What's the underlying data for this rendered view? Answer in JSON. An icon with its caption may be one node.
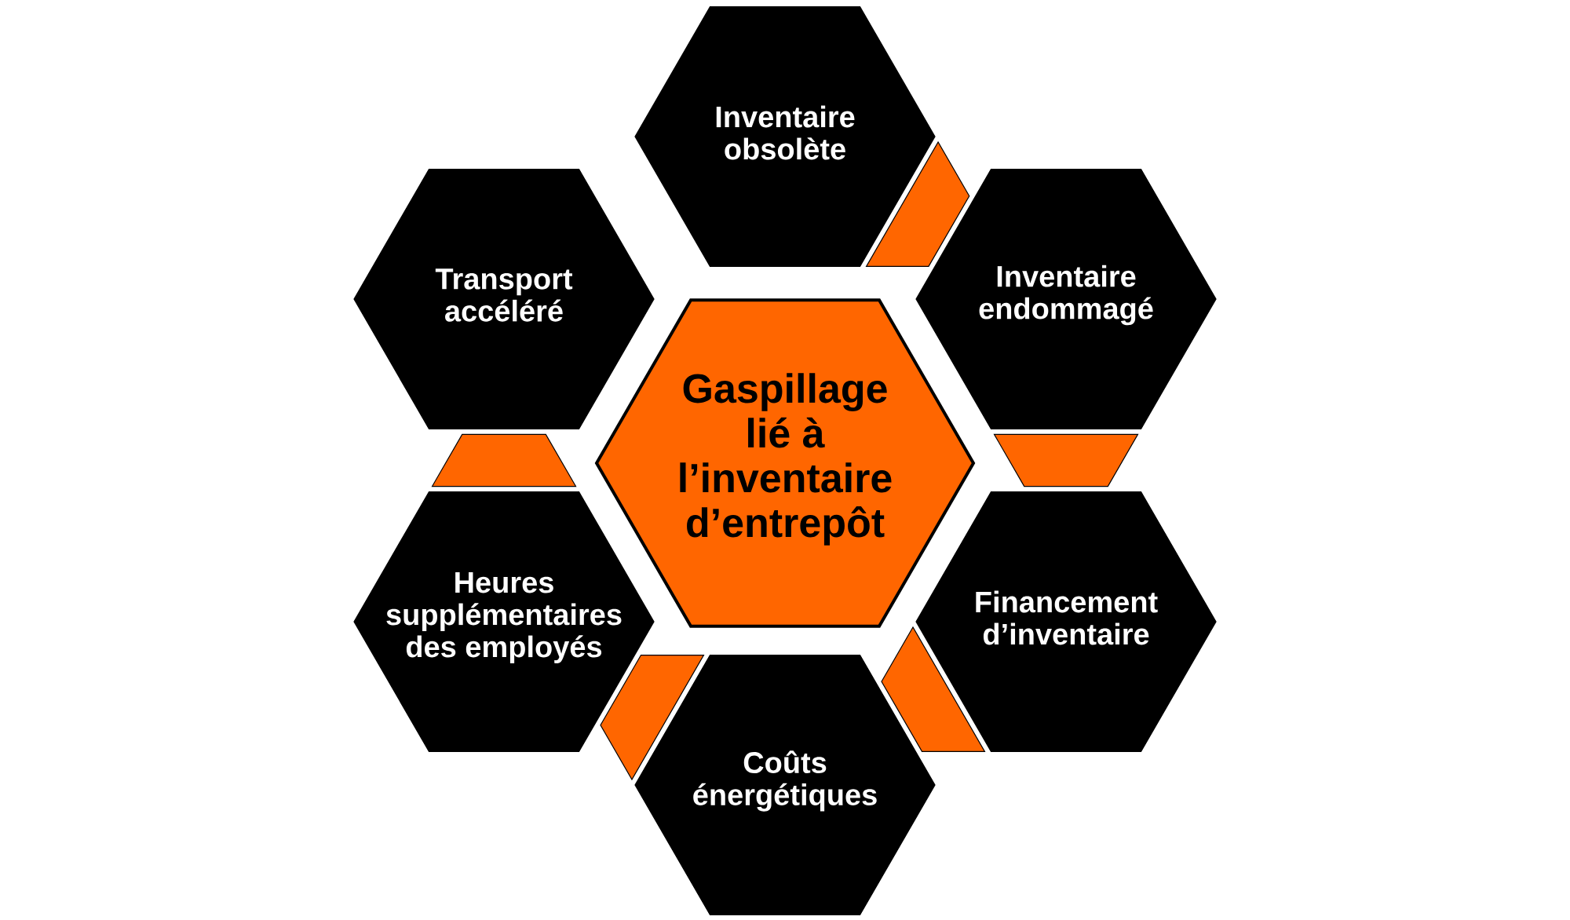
{
  "diagram": {
    "nodes": [
      {
        "text": [
          "Gaspillage lié à l’inventaire d’entrepôt"
        ]
      },
      {
        "text": [
          "Inventaire obsolète"
        ]
      },
      {
        "text": [
          "Inventaire endommagé"
        ]
      },
      {
        "text": [
          "Financement d’inventaire"
        ]
      },
      {
        "text": [
          "Coûts énergétiques"
        ]
      },
      {
        "text": [
          "Heures supplémentaires des employés"
        ]
      },
      {
        "text": [
          "Transport accéléré"
        ]
      }
    ],
    "edges": [
      {
        "from": 1,
        "to": 2,
        "arrow": "none"
      },
      {
        "from": 2,
        "to": 3,
        "arrow": "none"
      },
      {
        "from": 3,
        "to": 4,
        "arrow": "none"
      },
      {
        "from": 4,
        "to": 5,
        "arrow": "none"
      },
      {
        "from": 5,
        "to": 6,
        "arrow": "none"
      }
    ]
  }
}
